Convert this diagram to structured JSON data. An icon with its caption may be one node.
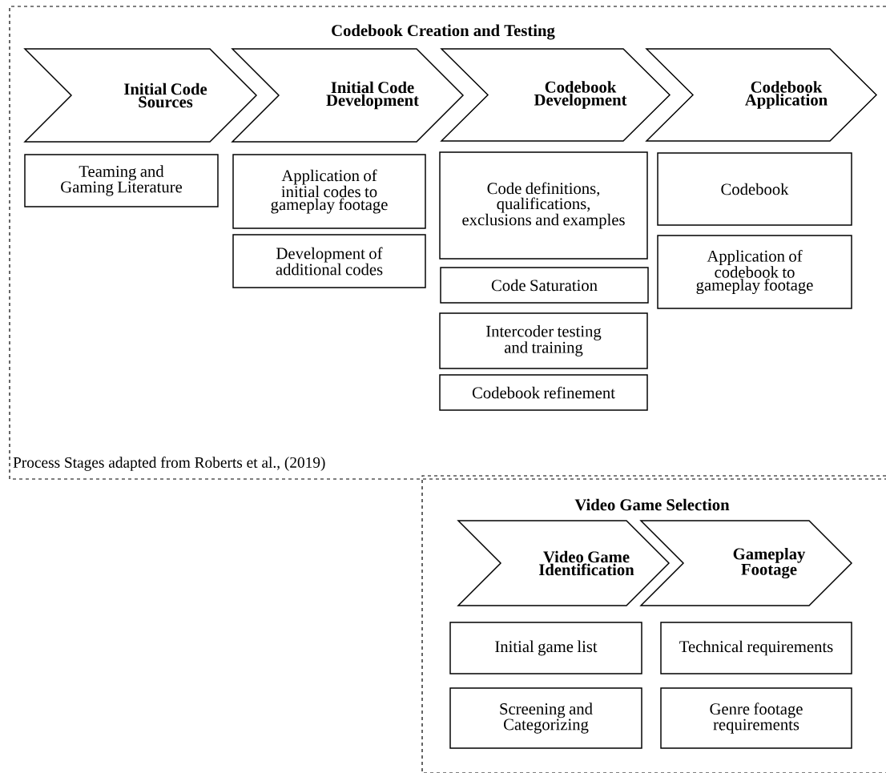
{
  "diagram": {
    "nodes": [
      {
        "text": [
          "Codebook Creation and Testing"
        ]
      },
      {
        "text": [
          "Initial Code Sources"
        ],
        "in": 0
      },
      {
        "text": [
          "Teaming and Gaming Literature"
        ],
        "in": 0
      },
      {
        "text": [
          "Initial Code Development"
        ],
        "in": 0
      },
      {
        "text": [
          "Application of initial codes to gameplay footage"
        ],
        "in": 0
      },
      {
        "text": [
          "Development of additional codes"
        ],
        "in": 0
      },
      {
        "text": [
          "Codebook Development"
        ],
        "in": 0
      },
      {
        "text": [
          "Code definitions, qualifications, exclusions and examples"
        ],
        "in": 0
      },
      {
        "text": [
          "Code Saturation"
        ],
        "in": 0
      },
      {
        "text": [
          "Intercoder testing and training"
        ],
        "in": 0
      },
      {
        "text": [
          "Codebook refinement"
        ],
        "in": 0
      },
      {
        "text": [
          "Codebook Application"
        ],
        "in": 0
      },
      {
        "text": [
          "Codebook"
        ],
        "in": 0
      },
      {
        "text": [
          "Application of codebook to gameplay footage"
        ],
        "in": 0
      },
      {
        "text": [
          "Video Game Selection"
        ]
      },
      {
        "text": [
          "Video Game Identification"
        ],
        "in": 14
      },
      {
        "text": [
          "Gameplay Footage"
        ],
        "in": 14
      },
      {
        "text": [
          "Initial game list"
        ],
        "in": 14
      },
      {
        "text": [
          "Technical requirements"
        ],
        "in": 14
      },
      {
        "text": [
          "Screening and Categorizing"
        ],
        "in": 14
      },
      {
        "text": [
          "Genre footage requirements"
        ],
        "in": 14
      }
    ],
    "labels": [
      "Process Stages adapted from Roberts et al., (2019)"
    ]
  }
}
